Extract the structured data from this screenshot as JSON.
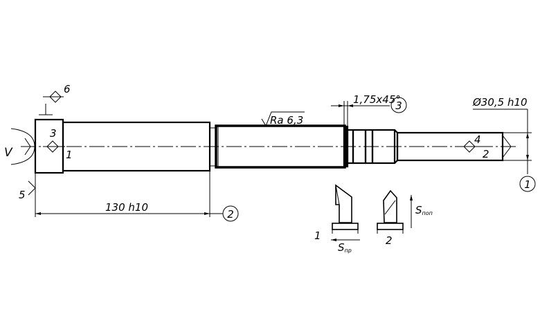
{
  "dimensions": {
    "length": "130 h10",
    "chamfer": "1,75x45°",
    "diameter": "Ø30,5 h10"
  },
  "roughness": "Ra 6,3",
  "callouts": {
    "c1": "1",
    "c2": "2",
    "c3": "3"
  },
  "labels": {
    "l1": "1",
    "l2": "2",
    "l3": "3",
    "l4": "4",
    "l5": "5",
    "l6": "6",
    "v": "V"
  },
  "tools": {
    "tool1_label": "1",
    "tool2_label": "2",
    "feed_longitudinal": "S",
    "feed_longitudinal_sub": "пр",
    "feed_cross": "S",
    "feed_cross_sub": "поп"
  }
}
